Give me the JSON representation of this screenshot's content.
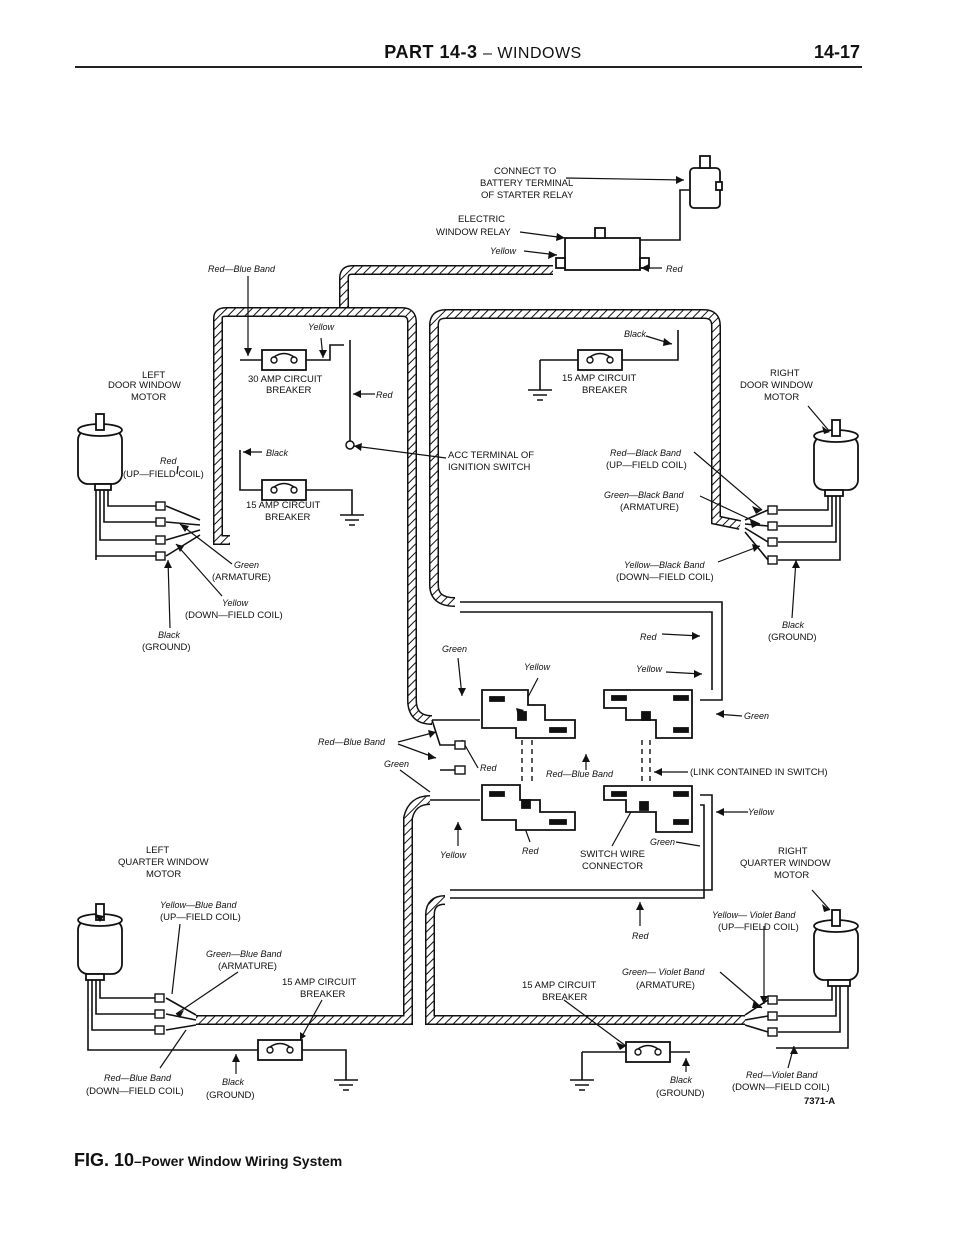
{
  "header": {
    "part": "PART 14-3",
    "section": "– WINDOWS",
    "page": "14-17"
  },
  "figure": {
    "number": "FIG. 10",
    "title": "–Power Window Wiring System",
    "code": "7371-A"
  },
  "labels": {
    "connect_battery_1": "CONNECT TO",
    "connect_battery_2": "BATTERY TERMINAL",
    "connect_battery_3": "OF STARTER RELAY",
    "relay_1": "ELECTRIC",
    "relay_2": "WINDOW RELAY",
    "relay_yellow": "Yellow",
    "relay_red": "Red",
    "red_blue_top": "Red—Blue Band",
    "top_yellow": "Yellow",
    "cb30_1": "30 AMP CIRCUIT",
    "cb30_2": "BREAKER",
    "red_mid": "Red",
    "black_left": "Black",
    "cb15_left_1": "15 AMP CIRCUIT",
    "cb15_left_2": "BREAKER",
    "black_right_top": "Black",
    "cb15_right_1": "15 AMP CIRCUIT",
    "cb15_right_2": "BREAKER",
    "acc_1": "ACC TERMINAL OF",
    "acc_2": "IGNITION SWITCH",
    "left_door_1": "LEFT",
    "left_door_2": "DOOR WINDOW",
    "left_door_3": "MOTOR",
    "ld_red": "Red",
    "ld_up": "(UP—FIELD COIL)",
    "ld_green": "Green",
    "ld_arm": "(ARMATURE)",
    "ld_yellow": "Yellow",
    "ld_down": "(DOWN—FIELD COIL)",
    "ld_black": "Black",
    "ld_ground": "(GROUND)",
    "right_door_1": "RIGHT",
    "right_door_2": "DOOR WINDOW",
    "right_door_3": "MOTOR",
    "rd_red_black": "Red—Black Band",
    "rd_up": "(UP—FIELD COIL)",
    "rd_green_black": "Green—Black Band",
    "rd_arm": "(ARMATURE)",
    "rd_yellow_black": "Yellow—Black Band",
    "rd_down": "(DOWN—FIELD COIL)",
    "rd_black": "Black",
    "rd_ground": "(GROUND)",
    "sw_green_top": "Green",
    "sw_yellow_top": "Yellow",
    "sw_red_right": "Red",
    "sw_yellow_right": "Yellow",
    "sw_green_right": "Green",
    "sw_red_blue": "Red—Blue Band",
    "sw_green_mid": "Green",
    "sw_red_mid": "Red",
    "sw_red_blue_mid": "Red—Blue Band",
    "link": "(LINK CONTAINED IN SWITCH)",
    "sw_yellow_lower_right": "Yellow",
    "sw_yellow_bottom": "Yellow",
    "sw_red_bottom": "Red",
    "sw_conn_1": "SWITCH WIRE",
    "sw_conn_2": "CONNECTOR",
    "sw_green_bottom": "Green",
    "left_q_1": "LEFT",
    "left_q_2": "QUARTER WINDOW",
    "left_q_3": "MOTOR",
    "lq_yellow_blue": "Yellow—Blue Band",
    "lq_up": "(UP—FIELD COIL)",
    "lq_green_blue": "Green—Blue Band",
    "lq_arm": "(ARMATURE)",
    "cb15_lq_1": "15 AMP CIRCUIT",
    "cb15_lq_2": "BREAKER",
    "lq_red_blue": "Red—Blue Band",
    "lq_down": "(DOWN—FIELD COIL)",
    "lq_black": "Black",
    "lq_ground": "(GROUND)",
    "right_q_1": "RIGHT",
    "right_q_2": "QUARTER WINDOW",
    "right_q_3": "MOTOR",
    "rq_red": "Red",
    "rq_yellow_violet": "Yellow— Violet Band",
    "rq_up": "(UP—FIELD COIL)",
    "cb15_rq_1": "15 AMP CIRCUIT",
    "cb15_rq_2": "BREAKER",
    "rq_green_violet": "Green— Violet Band",
    "rq_arm": "(ARMATURE)",
    "rq_black": "Black",
    "rq_ground": "(GROUND)",
    "rq_red_violet": "Red—Violet Band",
    "rq_down": "(DOWN—FIELD COIL)"
  }
}
